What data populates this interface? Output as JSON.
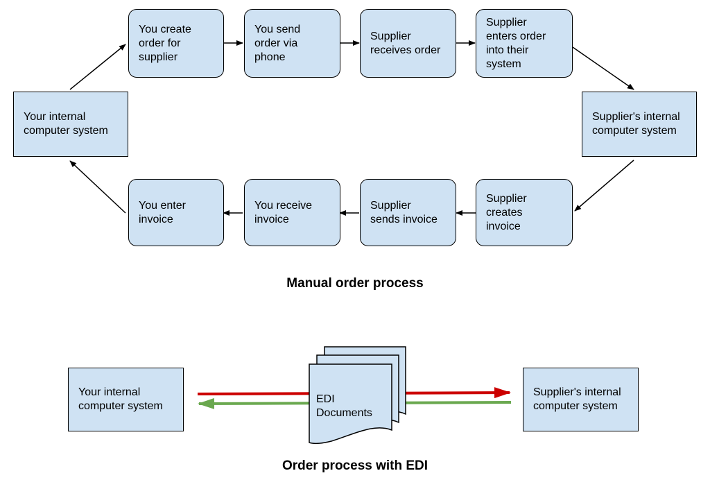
{
  "manual": {
    "title": "Manual order process",
    "top_row": [
      "You create\norder for\nsupplier",
      "You send\norder via\nphone",
      "Supplier\nreceives order",
      "Supplier\nenters order\ninto their\nsystem"
    ],
    "bottom_row": [
      "You enter\ninvoice",
      "You receive\ninvoice",
      "Supplier\nsends invoice",
      "Supplier\ncreates\ninvoice"
    ],
    "left_system": "Your internal\ncomputer system",
    "right_system": "Supplier's internal\ncomputer system"
  },
  "edi": {
    "title": "Order process with EDI",
    "left_system": "Your internal\ncomputer system",
    "right_system": "Supplier's internal\ncomputer system",
    "documents_label": "EDI\nDocuments",
    "colors": {
      "box_fill": "#cfe2f3",
      "red_arrow": "#cc0000",
      "green_arrow": "#6aa84f"
    }
  }
}
